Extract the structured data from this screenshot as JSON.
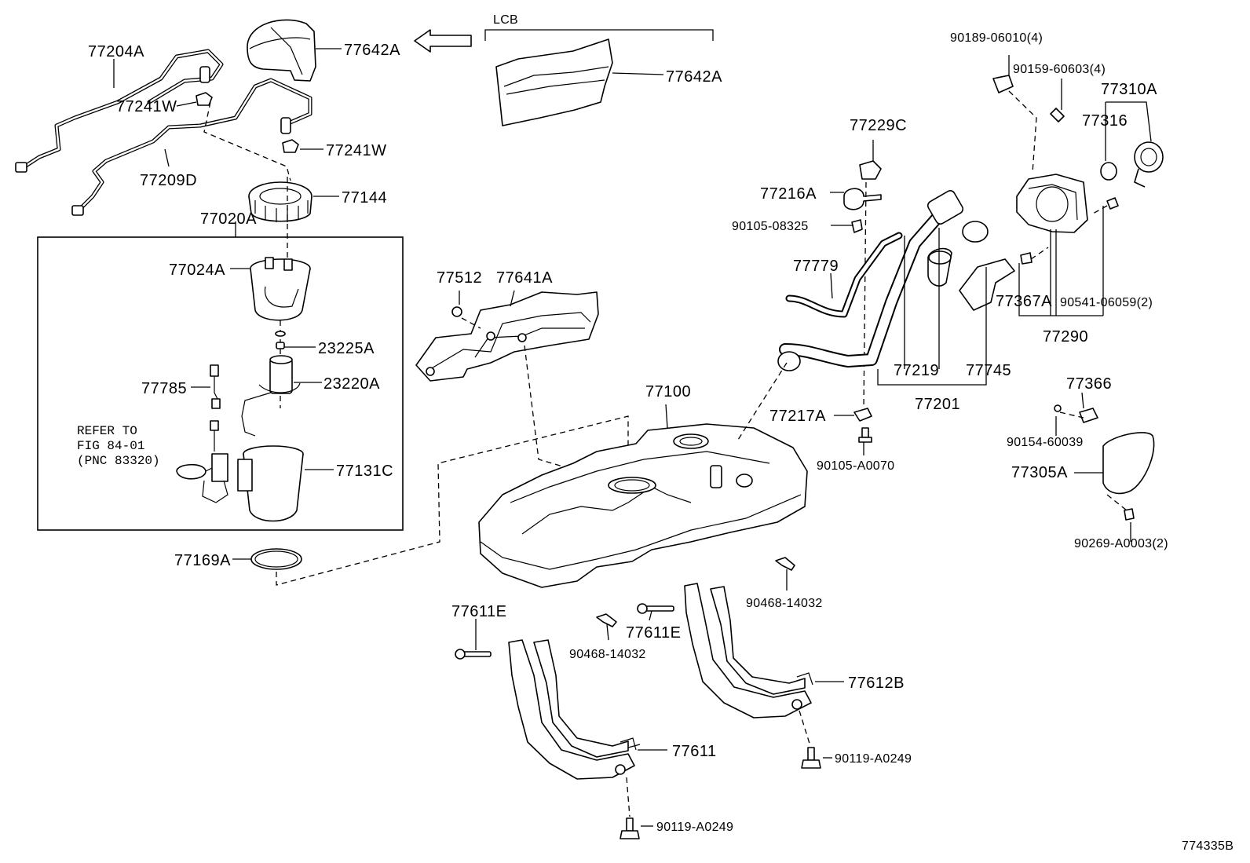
{
  "diagram_id": "774335B",
  "callouts": {
    "p77204A": "77204A",
    "p77642A_1": "77642A",
    "lcb": "LCB",
    "p77642A_2": "77642A",
    "p77241W_1": "77241W",
    "p77241W_2": "77241W",
    "p77209D": "77209D",
    "p77144": "77144",
    "p77020A": "77020A",
    "p77024A": "77024A",
    "p23225A": "23225A",
    "p23220A": "23220A",
    "p77785": "77785",
    "p77131C": "77131C",
    "p77169A": "77169A",
    "p77512": "77512",
    "p77641A": "77641A",
    "p77100": "77100",
    "p77611E_1": "77611E",
    "p77611E_2": "77611E",
    "p90468_1": "90468-14032",
    "p90468_2": "90468-14032",
    "p77611": "77611",
    "p77612B": "77612B",
    "p90119_1": "90119-A0249",
    "p90119_2": "90119-A0249",
    "p77229C": "77229C",
    "p77216A": "77216A",
    "p90105_08325": "90105-08325",
    "p77779": "77779",
    "p77219": "77219",
    "p77745": "77745",
    "p77201": "77201",
    "p77217A": "77217A",
    "p90105_A0070": "90105-A0070",
    "p90189": "90189-06010(4)",
    "p90159": "90159-60603(4)",
    "p77310A": "77310A",
    "p77316": "77316",
    "p77367A": "77367A",
    "p90541": "90541-06059(2)",
    "p77290": "77290",
    "p77366": "77366",
    "p90154": "90154-60039",
    "p77305A": "77305A",
    "p90269": "90269-A0003(2)"
  },
  "refer": {
    "line1": "REFER TO",
    "line2": "FIG 84-01",
    "line3": "(PNC 83320)"
  }
}
